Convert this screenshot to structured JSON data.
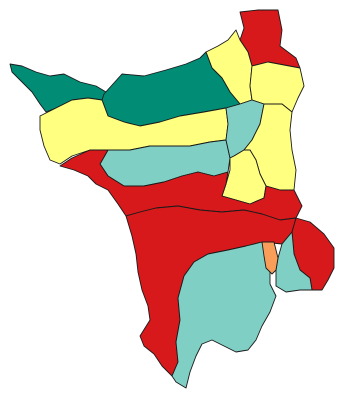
{
  "map": {
    "colors": {
      "red": "#d7191c",
      "yellow": "#ffff80",
      "teal_dark": "#008c75",
      "teal_light": "#80cfc4",
      "orange": "#f99e59"
    },
    "regions": [
      {
        "id": "north-tip",
        "color_key": "red"
      },
      {
        "id": "northwest-strip",
        "color_key": "teal_dark"
      },
      {
        "id": "northwest-wedge",
        "color_key": "teal_dark"
      },
      {
        "id": "north-yellow",
        "color_key": "yellow"
      },
      {
        "id": "northeast-yellow",
        "color_key": "yellow"
      },
      {
        "id": "west-yellow-band",
        "color_key": "yellow"
      },
      {
        "id": "central-light-teal",
        "color_key": "teal_light"
      },
      {
        "id": "central-sliver",
        "color_key": "teal_light"
      },
      {
        "id": "east-yellow",
        "color_key": "yellow"
      },
      {
        "id": "east-yellow-small",
        "color_key": "yellow"
      },
      {
        "id": "central-red-band",
        "color_key": "red"
      },
      {
        "id": "southwest-red",
        "color_key": "red"
      },
      {
        "id": "southeast-red",
        "color_key": "red"
      },
      {
        "id": "south-light-teal",
        "color_key": "teal_light"
      },
      {
        "id": "southeast-teal",
        "color_key": "teal_light"
      },
      {
        "id": "orange-small",
        "color_key": "orange"
      }
    ]
  }
}
